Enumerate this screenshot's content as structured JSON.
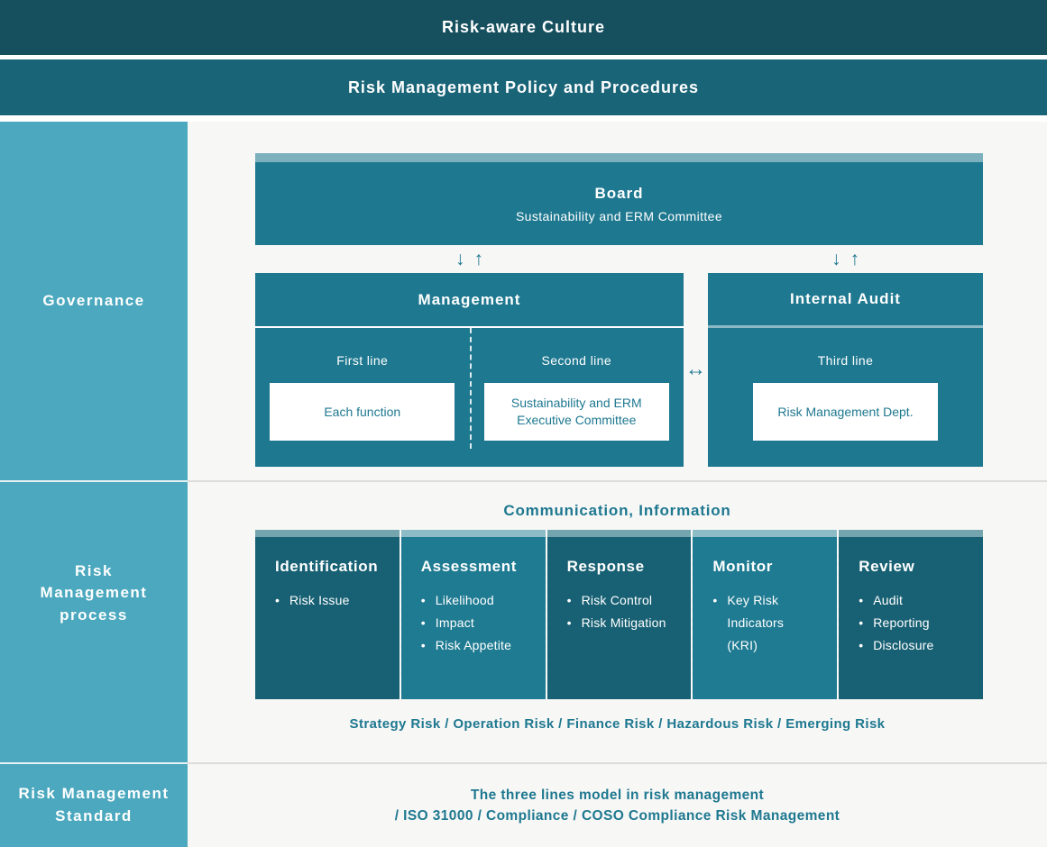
{
  "banners": {
    "risk_aware_culture": "Risk-aware Culture",
    "policy": "Risk Management Policy and Procedures"
  },
  "sidebar": {
    "governance_label": "Governance",
    "process_label": "Risk\nManagement\nprocess",
    "standard_label": "Risk Management\nStandard"
  },
  "governance": {
    "board": {
      "title": "Board",
      "subtitle": "Sustainability and ERM Committee"
    },
    "management": {
      "title": "Management",
      "first_line_label": "First line",
      "first_line_box": "Each function",
      "second_line_label": "Second line",
      "second_line_box": "Sustainability and ERM\nExecutive Committee"
    },
    "internal_audit": {
      "title": "Internal Audit",
      "line_label": "Third line",
      "box": "Risk Management Dept."
    }
  },
  "process": {
    "heading": "Communication, Information",
    "columns": [
      {
        "title": "Identification",
        "items": [
          "Risk Issue"
        ]
      },
      {
        "title": "Assessment",
        "items": [
          "Likelihood",
          "Impact",
          "Risk Appetite"
        ]
      },
      {
        "title": "Response",
        "items": [
          "Risk Control",
          "Risk Mitigation"
        ]
      },
      {
        "title": "Monitor",
        "items": [
          "Key Risk Indicators (KRI)"
        ]
      },
      {
        "title": "Review",
        "items": [
          "Audit",
          "Reporting",
          "Disclosure"
        ]
      }
    ],
    "risk_types": "Strategy Risk / Operation Risk / Finance Risk / Hazardous Risk / Emerging Risk"
  },
  "standard": {
    "text": "The three lines model in risk management\n/ ISO 31000 / Compliance / COSO Compliance Risk Management"
  },
  "icons": {
    "down_arrow": "↓",
    "up_arrow": "↑",
    "left_right_arrow": "↔",
    "bullet": "•"
  },
  "colors": {
    "banner_dark": "#16505F",
    "banner_teal": "#1A6478",
    "sidebar_blue": "#4BA8BE",
    "box_teal": "#1E7890",
    "column_dark": "#186174",
    "column_light": "#1F7B92",
    "strip_light": "#7CB0BD",
    "strip_over_dark": "#74A5AE",
    "strip_over_light": "#8EBCC6",
    "text_teal": "#1E7890",
    "main_bg": "#F7F7F6"
  }
}
